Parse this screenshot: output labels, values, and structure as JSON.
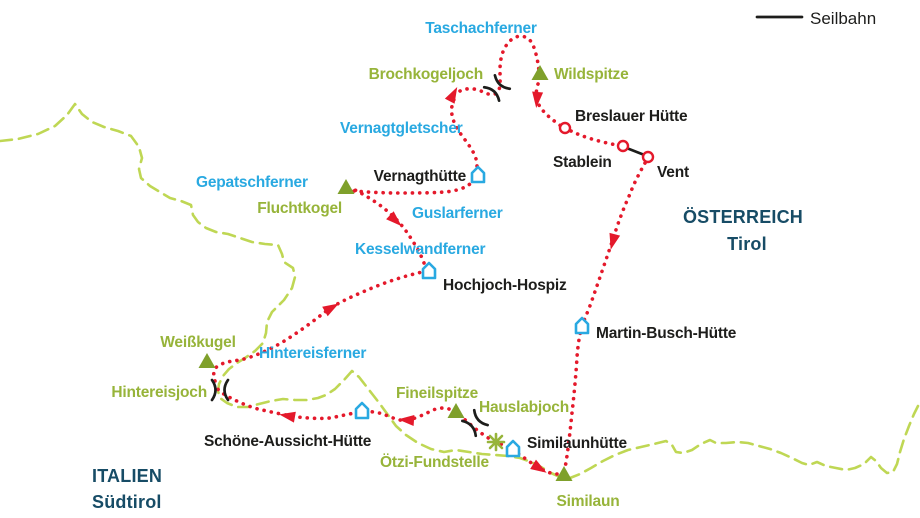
{
  "legend": {
    "seilbahn_label": "Seilbahn"
  },
  "regions": {
    "austria": {
      "country": "ÖSTERREICH",
      "state": "Tirol"
    },
    "italy": {
      "country": "ITALIEN",
      "state": "Südtirol"
    }
  },
  "map": {
    "glaciers": [
      {
        "name": "Taschachferner"
      },
      {
        "name": "Vernagtgletscher"
      },
      {
        "name": "Gepatschferner"
      },
      {
        "name": "Guslarferner"
      },
      {
        "name": "Kesselwandferner"
      },
      {
        "name": "Hintereisferner"
      }
    ],
    "peaks": [
      {
        "name": "Wildspitze"
      },
      {
        "name": "Fluchtkogel"
      },
      {
        "name": "Weißkugel"
      },
      {
        "name": "Fineilspitze"
      },
      {
        "name": "Similaun"
      }
    ],
    "passes": [
      {
        "name": "Brochkogeljoch"
      },
      {
        "name": "Hintereisjoch"
      },
      {
        "name": "Hauslabjoch"
      }
    ],
    "huts": [
      {
        "name": "Vernagthütte"
      },
      {
        "name": "Breslauer Hütte"
      },
      {
        "name": "Hochjoch-Hospiz"
      },
      {
        "name": "Martin-Busch-Hütte"
      },
      {
        "name": "Schöne-Aussicht-Hütte"
      },
      {
        "name": "Similaunhütte"
      }
    ],
    "places": [
      {
        "name": "Stablein"
      },
      {
        "name": "Vent"
      }
    ],
    "poi": [
      {
        "name": "Ötzi-Fundstelle"
      }
    ]
  },
  "icons": {
    "hut": "house-outline",
    "peak": "filled-triangle",
    "pass": "double-arc",
    "oetzi_site": "star-burst",
    "station": "open-circle",
    "route": "red-dotted-line-with-arrows",
    "national_border": "lime-dashed-line",
    "seilbahn": "black-solid-line"
  },
  "colors": {
    "route_red": "#e4192b",
    "glacier_blue": "#29a9e1",
    "alpine_green": "#97b43a",
    "peak_green": "#7fa02b",
    "border_lime": "#bfd754",
    "country_blue": "#174c66",
    "label_black": "#1d1d1b"
  }
}
